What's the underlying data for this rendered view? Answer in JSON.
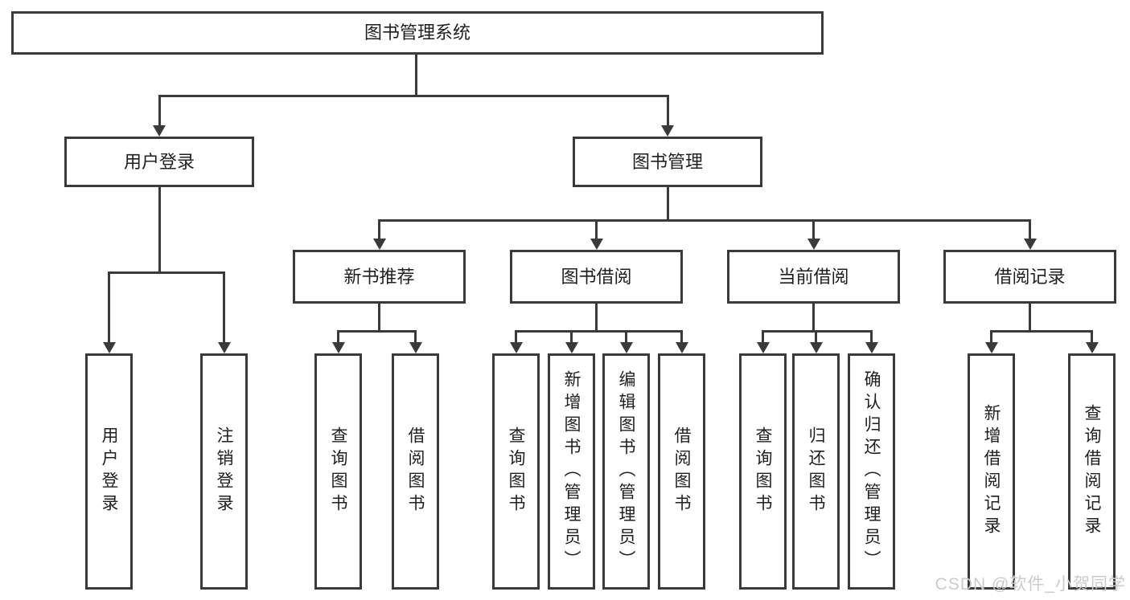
{
  "diagram": {
    "root": {
      "label": "图书管理系统"
    },
    "level2": [
      {
        "label": "用户登录"
      },
      {
        "label": "图书管理"
      }
    ],
    "level3": [
      {
        "label": "新书推荐"
      },
      {
        "label": "图书借阅"
      },
      {
        "label": "当前借阅"
      },
      {
        "label": "借阅记录"
      }
    ],
    "leaves": {
      "login": [
        {
          "label": "用户登录"
        },
        {
          "label": "注销登录"
        }
      ],
      "recommend": [
        {
          "label": "查询图书"
        },
        {
          "label": "借阅图书"
        }
      ],
      "borrow": [
        {
          "label": "查询图书"
        },
        {
          "label": "新增图书（管理员）"
        },
        {
          "label": "编辑图书（管理员）"
        },
        {
          "label": "借阅图书"
        }
      ],
      "current": [
        {
          "label": "查询图书"
        },
        {
          "label": "归还图书"
        },
        {
          "label": "确认归还（管理员）"
        }
      ],
      "records": [
        {
          "label": "新增借阅记录"
        },
        {
          "label": "查询借阅记录"
        }
      ]
    },
    "watermark": "CSDN @软件_小贺同学",
    "colors": {
      "line": "#3a3a3a",
      "text": "#1f1f1f",
      "watermark": "#cccccc",
      "background": "#ffffff"
    }
  }
}
